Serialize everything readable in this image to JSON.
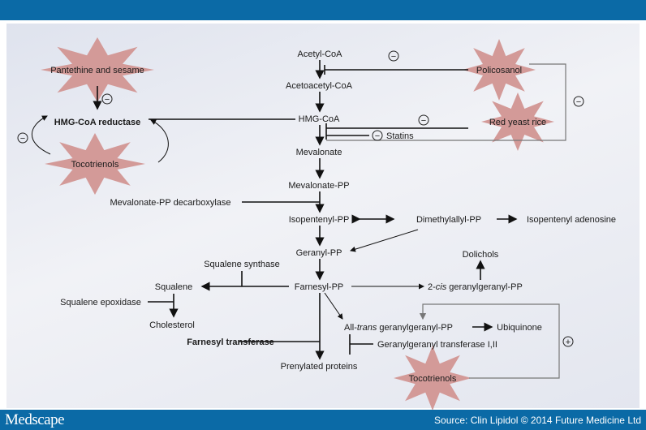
{
  "footer": {
    "logo": "Medscape",
    "source": "Source: Clin Lipidol © 2014 Future Medicine Ltd"
  },
  "nodes": {
    "acetyl_coa": "Acetyl-CoA",
    "acetoacetyl_coa": "Acetoacetyl-CoA",
    "hmg_coa": "HMG-CoA",
    "mevalonate": "Mevalonate",
    "mevalonate_pp": "Mevalonate-PP",
    "mevalonate_pp_decarboxylase": "Mevalonate-PP decarboxylase",
    "isopentenyl_pp": "Isopentenyl-PP",
    "dimethylallyl_pp": "Dimethylallyl-PP",
    "isopentenyl_adenosine": "Isopentenyl adenosine",
    "geranyl_pp": "Geranyl-PP",
    "dolichols": "Dolichols",
    "farnesyl_pp": "Farnesyl-PP",
    "cis_prefix": "2-",
    "cis": "cis",
    "cis_suffix": " geranylgeranyl-PP",
    "squalene_synthase": "Squalene synthase",
    "squalene": "Squalene",
    "squalene_epoxidase": "Squalene epoxidase",
    "cholesterol": "Cholesterol",
    "trans_prefix": "All-",
    "trans": "trans",
    "trans_suffix": " geranylgeranyl-PP",
    "ubiquinone": "Ubiquinone",
    "farnesyl_transferase": "Farnesyl transferase",
    "geranylgeranyl_transferase": "Geranylgeranyl transferase I,II",
    "prenylated_proteins": "Prenylated proteins",
    "hmg_coa_reductase": "HMG-CoA reductase",
    "statins": "Statins"
  },
  "agents": {
    "pantethine": "Pantethine and sesame",
    "tocotrienols_top": "Tocotrienols",
    "policosanol": "Policosanol",
    "red_yeast_rice": "Red yeast rice",
    "tocotrienols_bottom": "Tocotrienols"
  },
  "signs": {
    "minus": "−",
    "plus": "+"
  },
  "colors": {
    "brand": "#0b6aa6",
    "star": "#d39a98"
  }
}
